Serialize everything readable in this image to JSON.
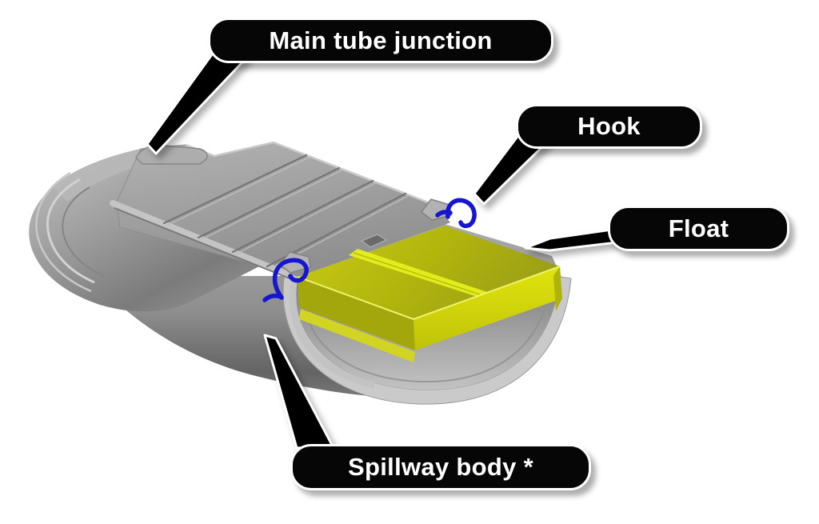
{
  "figure": {
    "description_labels": "Annotated 3D CAD illustration of a spillway assembly",
    "callouts": [
      {
        "id": "main-tube-junction",
        "label": "Main tube junction"
      },
      {
        "id": "hook",
        "label": "Hook"
      },
      {
        "id": "float",
        "label": "Float"
      },
      {
        "id": "spillway-body",
        "label": "Spillway body *"
      }
    ],
    "colors": {
      "background": "#ffffff",
      "label_background": "#060606",
      "label_text": "#ffffff",
      "label_outline": "#ffffff",
      "pointer_fill": "#000000",
      "body_gray": "#9b9b9b",
      "rim_gray": "#cacaca",
      "float_yellow": "#b5b80c",
      "float_stripe": "#e6ef1c",
      "hook_blue": "#1616d0"
    }
  }
}
